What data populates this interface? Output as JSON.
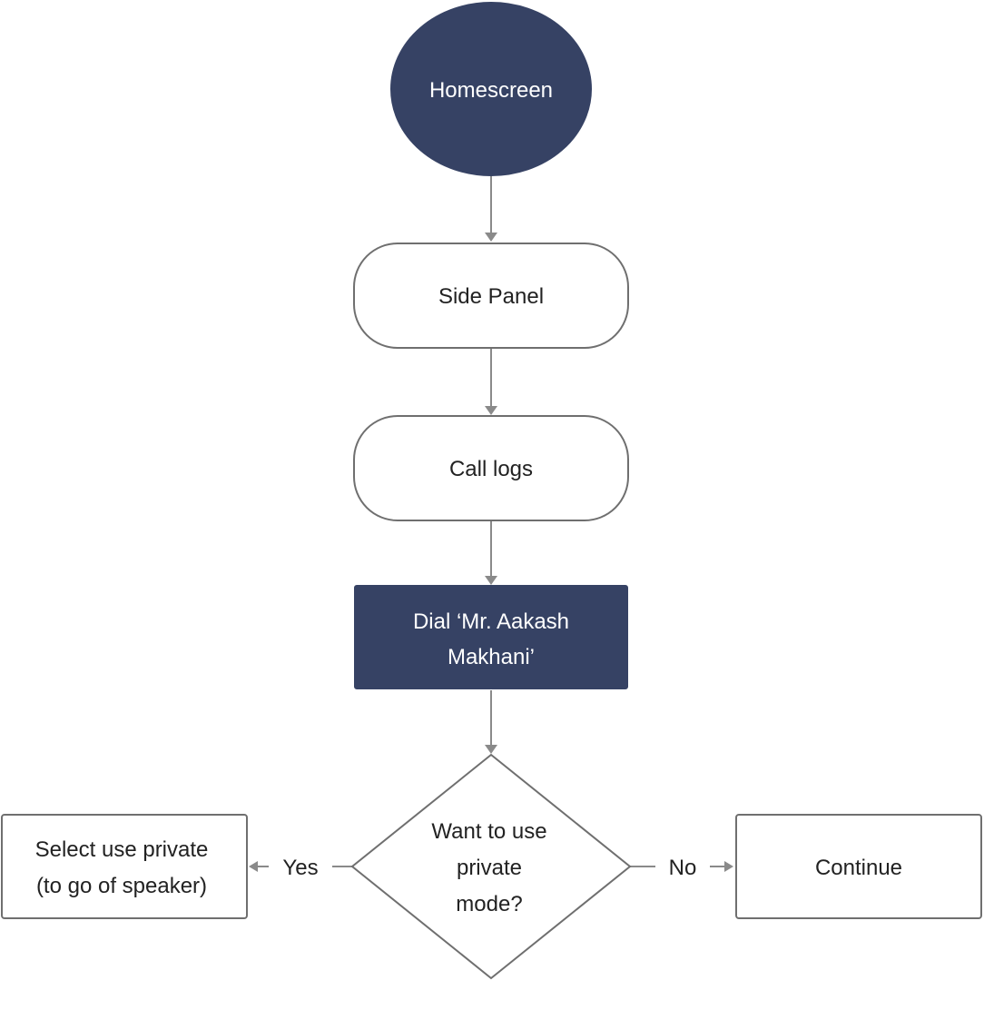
{
  "flowchart": {
    "nodes": {
      "homescreen": {
        "label": "Homescreen",
        "shape": "ellipse",
        "fill": "#364264"
      },
      "side_panel": {
        "label": "Side Panel",
        "shape": "rounded-rect"
      },
      "call_logs": {
        "label": "Call logs",
        "shape": "rounded-rect"
      },
      "dial": {
        "label_lines": [
          "Dial ‘Mr. Aakash",
          "Makhani’"
        ],
        "shape": "rect",
        "fill": "#364264"
      },
      "decision": {
        "label_lines": [
          "Want to use",
          "private",
          "mode?"
        ],
        "shape": "diamond"
      },
      "select_private": {
        "label_lines": [
          "Select use private",
          "(to go of speaker)"
        ],
        "shape": "rect"
      },
      "continue": {
        "label": "Continue",
        "shape": "rect"
      }
    },
    "edges": {
      "yes": {
        "label": "Yes"
      },
      "no": {
        "label": "No"
      }
    },
    "colors": {
      "dark_fill": "#364264",
      "line": "#8a8a8a",
      "text": "#222222",
      "text_on_dark": "#ffffff"
    }
  }
}
